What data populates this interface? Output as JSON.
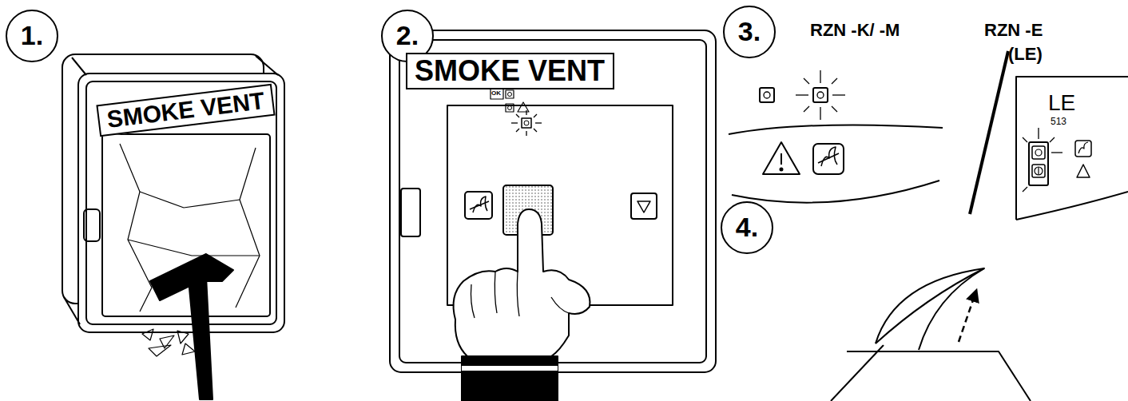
{
  "diagram": {
    "nodes": [
      {
        "text": [
          "1."
        ]
      },
      {
        "text": [
          "SMOKE VENT"
        ]
      },
      {
        "text": [
          "2."
        ]
      },
      {
        "text": [
          "SMOKE VENT"
        ]
      },
      {
        "text": [
          "3."
        ]
      },
      {
        "text": [
          "4."
        ]
      }
    ],
    "labels": [
      "OK",
      "RZN -K/ -M",
      "RZN -E",
      "(LE)",
      "LE",
      "513"
    ]
  }
}
